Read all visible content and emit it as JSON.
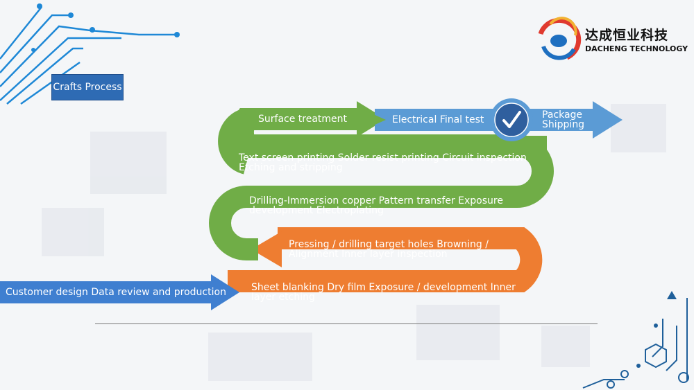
{
  "brand": {
    "name_cn": "达成恒业科技",
    "name_en": "DACHENG TECHNOLOGY"
  },
  "section_title": "Crafts  Process",
  "colors": {
    "orange": "#ee7d31",
    "green": "#70ad47",
    "blue": "#5b9bd5",
    "dark_blue": "#2e6bb4",
    "check_circle": "#2f5f9e"
  },
  "steps": {
    "start": "Customer design  Data review and production",
    "row1_line1": "Sheet blanking   Dry film  Exposure / development   Inner",
    "row1_line2": "layer etching",
    "row2_line1": "Pressing / drilling target holes   Browning /",
    "row2_line2": "Alignment   Inner layer inspection",
    "row3_line1": "Drilling-Immersion copper   Pattern transfer   Exposure",
    "row3_line2": "development   Electroplating",
    "row4_line1": "Text screen printing  Solder resist printing   Circuit inspection",
    "row4_line2": "Etching and stripping",
    "surface": "Surface  treatment",
    "electrical": "Electrical  Final test",
    "package_line1": "Package",
    "package_line2": "Shipping"
  },
  "icons": [
    "check-icon",
    "circuit-decoration-icon",
    "logo-icon"
  ]
}
